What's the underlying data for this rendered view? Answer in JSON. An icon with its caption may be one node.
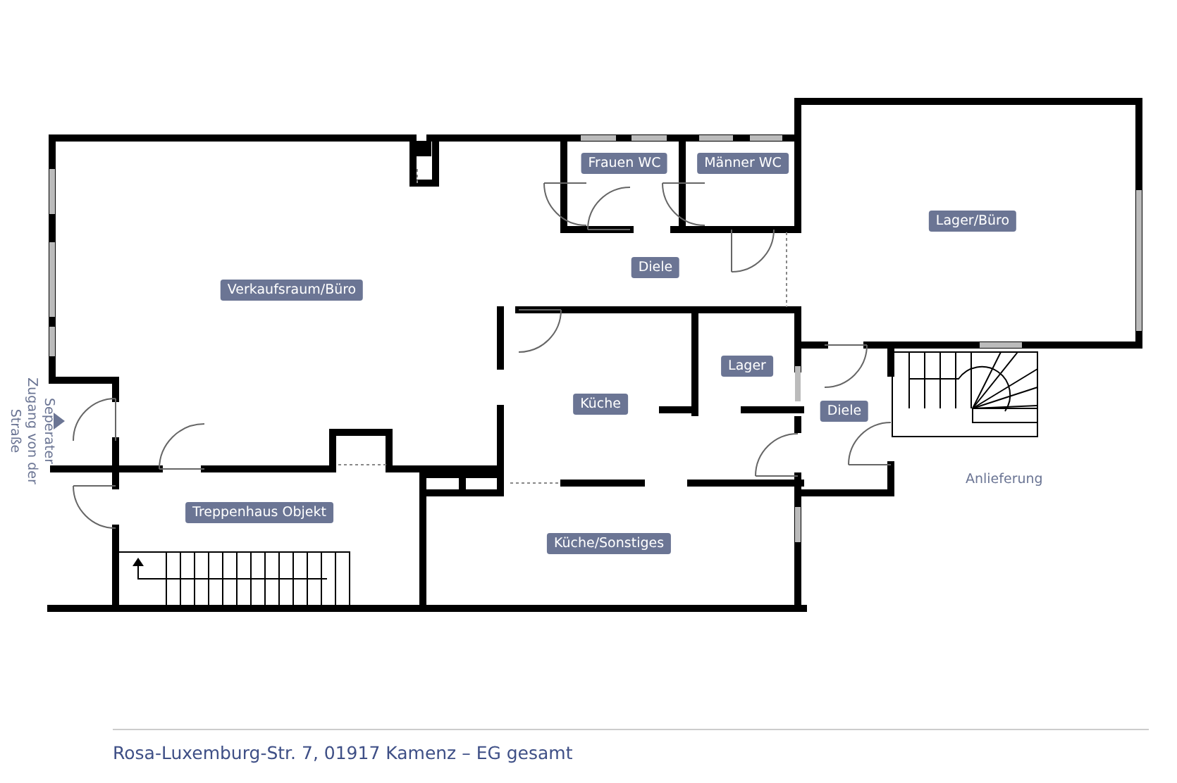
{
  "diagram": {
    "caption": "Rosa-Luxemburg-Str. 7, 01917 Kamenz – EG gesamt",
    "nodes": [
      {
        "text": [
          "Verkaufsraum/Büro"
        ]
      },
      {
        "text": [
          "Frauen WC"
        ]
      },
      {
        "text": [
          "Männer WC"
        ]
      },
      {
        "text": [
          "Lager/Büro"
        ]
      },
      {
        "text": [
          "Diele"
        ]
      },
      {
        "text": [
          "Lager"
        ]
      },
      {
        "text": [
          "Küche"
        ]
      },
      {
        "text": [
          "Diele"
        ]
      },
      {
        "text": [
          "Treppenhaus Objekt"
        ]
      },
      {
        "text": [
          "Küche/Sonstiges"
        ]
      }
    ],
    "labels": [
      "Seperater Zugang von der Straße",
      "Anlieferung"
    ]
  }
}
